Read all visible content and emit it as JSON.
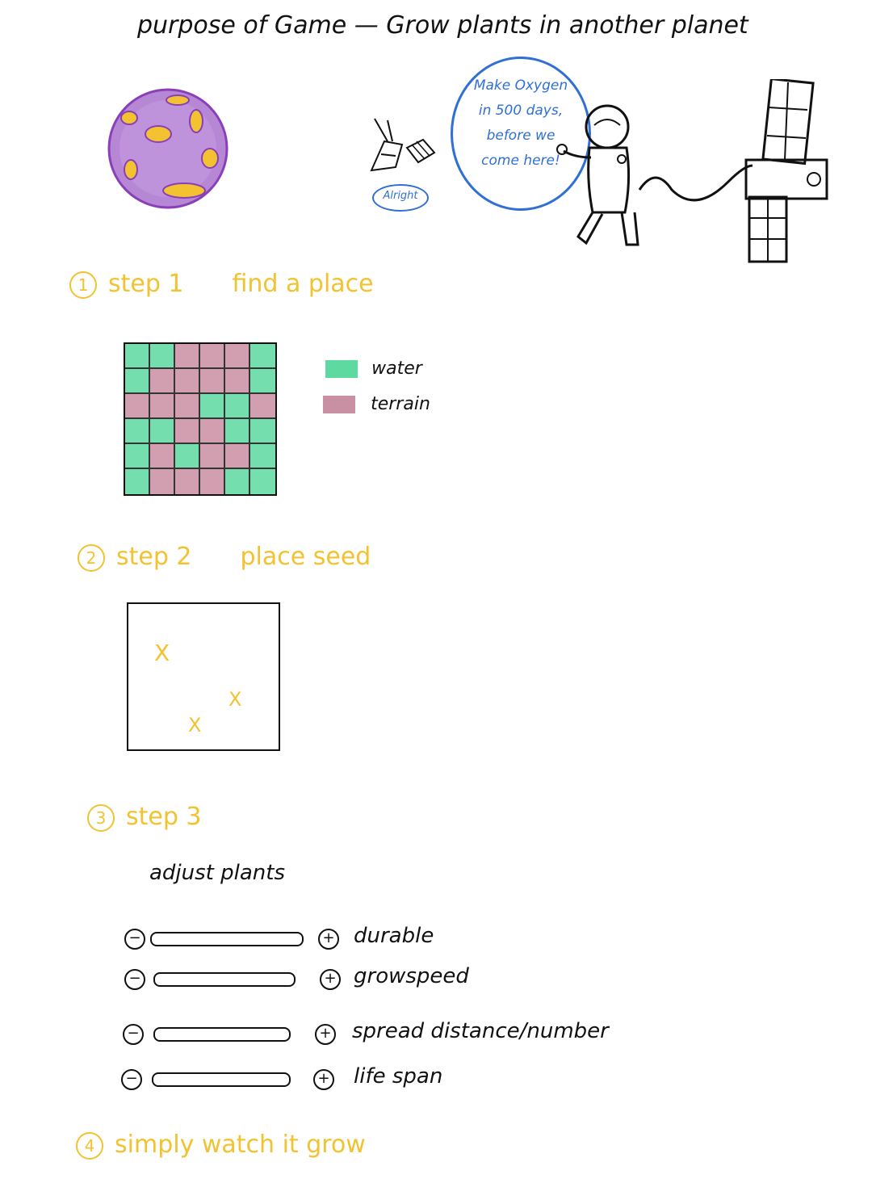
{
  "title": "purpose of Game — Grow plants in another planet",
  "speech": {
    "line1": "Make Oxygen",
    "line2": "in 500 days,",
    "line3": "before we",
    "line4": "come here!",
    "reply": "Alright"
  },
  "step1": {
    "num": "1",
    "label": "step 1",
    "desc": "find a place"
  },
  "legend": [
    {
      "label": "water",
      "color": "#5ed9a0"
    },
    {
      "label": "terrain",
      "color": "#c98fa3"
    }
  ],
  "map_grid": [
    [
      "w",
      "w",
      "t",
      "t",
      "t",
      "w"
    ],
    [
      "w",
      "t",
      "t",
      "t",
      "t",
      "w"
    ],
    [
      "t",
      "t",
      "t",
      "w",
      "w",
      "t"
    ],
    [
      "w",
      "w",
      "t",
      "t",
      "w",
      "w"
    ],
    [
      "w",
      "t",
      "w",
      "t",
      "t",
      "w"
    ],
    [
      "w",
      "t",
      "t",
      "t",
      "w",
      "w"
    ]
  ],
  "step2": {
    "num": "2",
    "label": "step 2",
    "desc": "place seed",
    "seed_mark": "X"
  },
  "step3": {
    "num": "3",
    "label": "step 3",
    "subtitle": "adjust plants"
  },
  "sliders": [
    {
      "minus": "−",
      "plus": "+",
      "label": "durable"
    },
    {
      "minus": "−",
      "plus": "+",
      "label": "growspeed"
    },
    {
      "minus": "−",
      "plus": "+",
      "label": "spread distance/number"
    },
    {
      "minus": "−",
      "plus": "+",
      "label": "life span"
    }
  ],
  "step4": {
    "num": "4",
    "label": "simply watch it grow"
  },
  "colors": {
    "accent": "#f2c230",
    "speech": "#2f6fd6",
    "planet": "#8a3fb8",
    "planet_spots": "#f2c230"
  }
}
